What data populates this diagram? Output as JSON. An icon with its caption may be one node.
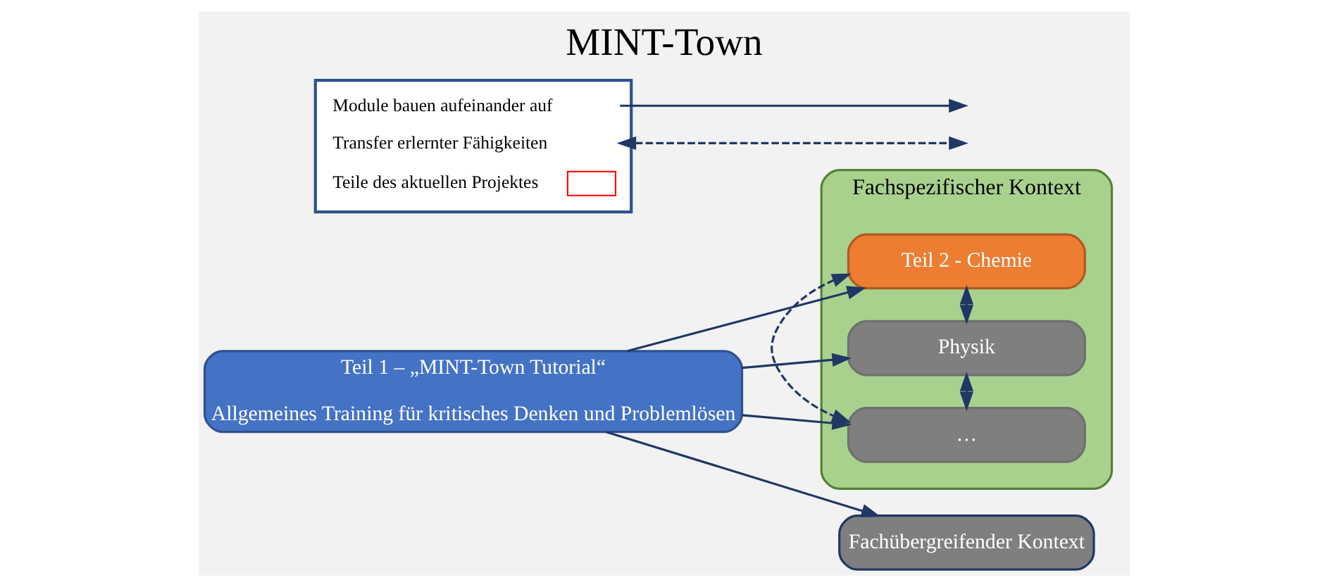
{
  "diagram": {
    "title": "MINT-Town",
    "nodes": [
      {
        "text": [
          "Teil 1 – „MINT-Town Tutorial“",
          "Allgemeines Training für kritisches Denken und Problemlösen"
        ]
      },
      {
        "text": [
          "Fachspezifischer Kontext"
        ]
      },
      {
        "text": [
          "Teil 2 - Chemie"
        ],
        "in": 1
      },
      {
        "text": [
          "Physik"
        ],
        "in": 1
      },
      {
        "text": [
          "…"
        ],
        "in": 1
      },
      {
        "text": [
          "Fachübergreifender Kontext"
        ]
      }
    ],
    "edges": [
      {
        "from": 0,
        "to": 2,
        "arrow": "to"
      },
      {
        "from": 0,
        "to": 3,
        "arrow": "to"
      },
      {
        "from": 0,
        "to": 4,
        "arrow": "to"
      },
      {
        "from": 0,
        "to": 5,
        "arrow": "to"
      },
      {
        "from": 2,
        "to": 3,
        "arrow": "both",
        "style": "dashed"
      },
      {
        "from": 3,
        "to": 4,
        "arrow": "both",
        "style": "dashed"
      },
      {
        "from": 2,
        "to": 4,
        "arrow": "both",
        "style": "dashed"
      }
    ],
    "legend": [
      {
        "text": "Module bauen aufeinander auf"
      },
      {
        "text": "Transfer erlernter Fähigkeiten"
      },
      {
        "text": "Teile des aktuellen Projektes"
      }
    ]
  }
}
